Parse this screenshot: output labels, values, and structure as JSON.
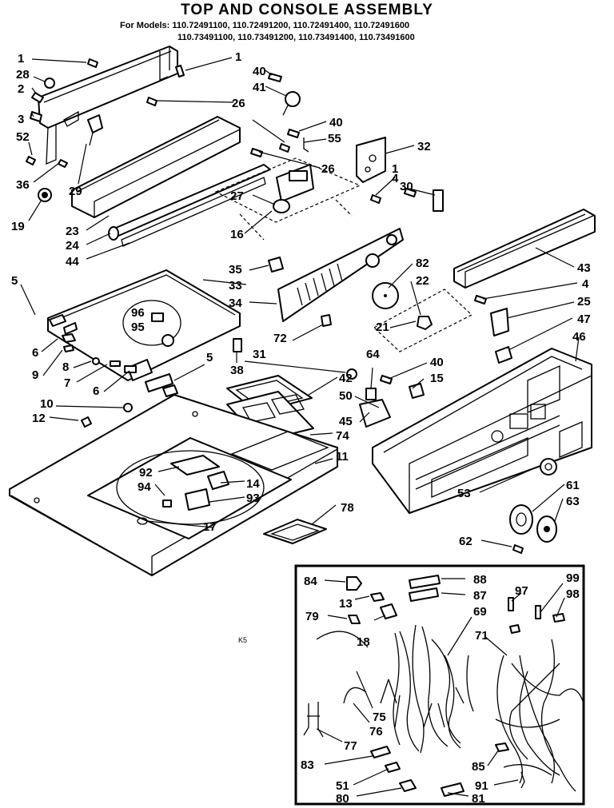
{
  "title": "TOP AND CONSOLE ASSEMBLY",
  "models": {
    "prefix": "For Models:",
    "line1": "110.72491100, 110.72491200, 110.72491400, 110.72491600",
    "line2": "110.73491100, 110.73491200, 110.73491400, 110.73491600"
  },
  "drawing_code": "K5",
  "callouts": [
    "1",
    "1",
    "28",
    "2",
    "3",
    "52",
    "36",
    "19",
    "29",
    "23",
    "24",
    "44",
    "26",
    "26",
    "40",
    "41",
    "40",
    "55",
    "1",
    "4",
    "30",
    "32",
    "27",
    "16",
    "35",
    "34",
    "33",
    "5",
    "96",
    "95",
    "6",
    "9",
    "8",
    "7",
    "6",
    "5",
    "38",
    "31",
    "72",
    "82",
    "22",
    "21",
    "43",
    "4",
    "25",
    "47",
    "46",
    "64",
    "40",
    "15",
    "42",
    "50",
    "45",
    "74",
    "10",
    "12",
    "11",
    "92",
    "94",
    "14",
    "93",
    "17",
    "78",
    "53",
    "61",
    "63",
    "62",
    "84",
    "13",
    "79",
    "18",
    "88",
    "87",
    "69",
    "97",
    "99",
    "98",
    "71",
    "75",
    "76",
    "77",
    "83",
    "51",
    "80",
    "85",
    "91",
    "81"
  ]
}
